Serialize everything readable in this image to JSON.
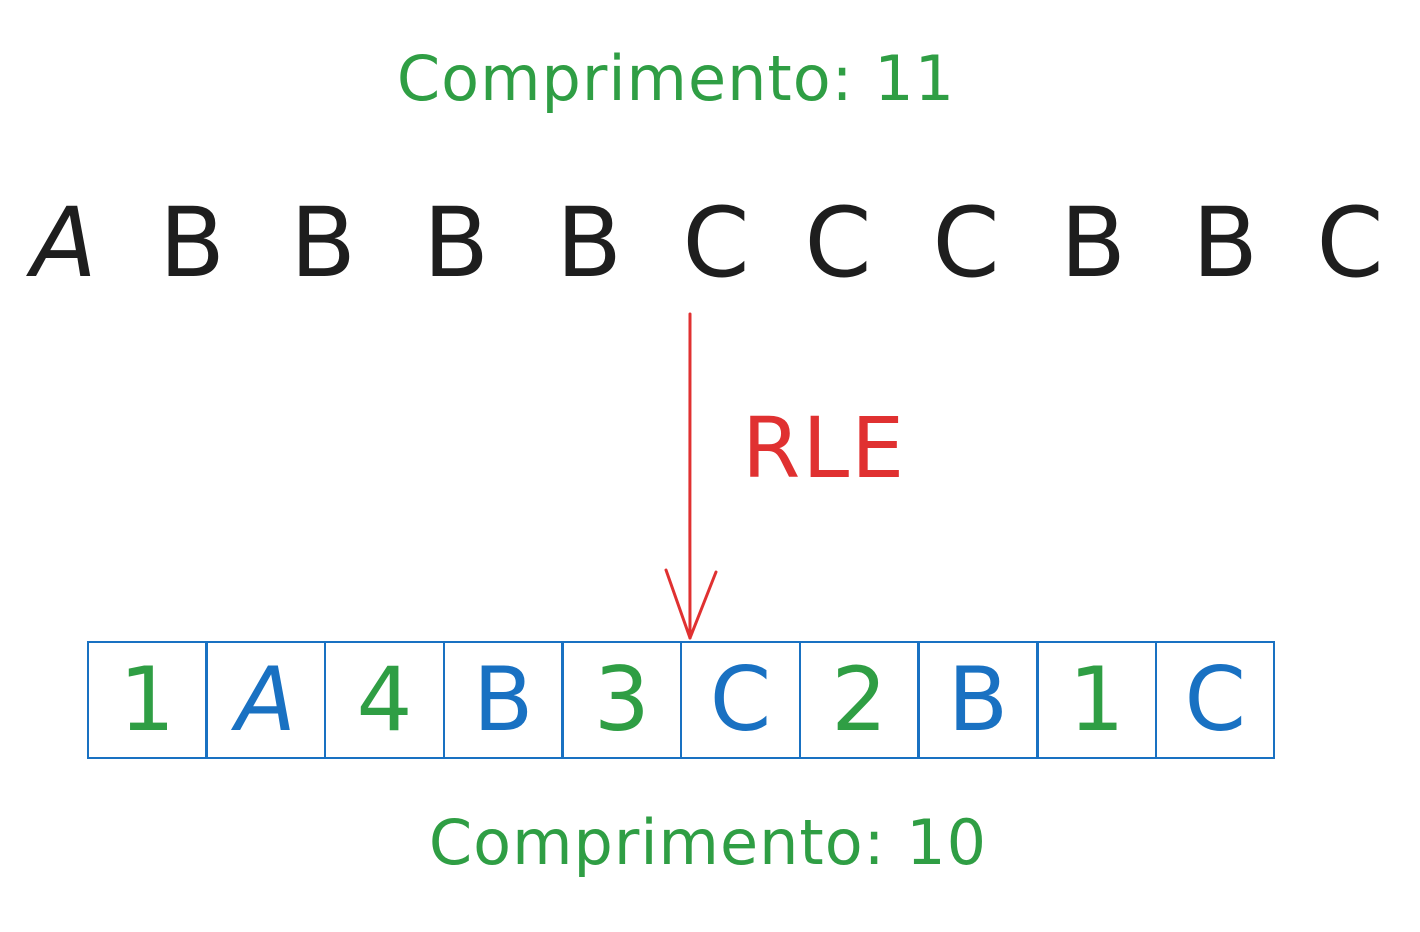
{
  "input": {
    "length_label": "Comprimento: 11",
    "characters": [
      "A",
      "B",
      "B",
      "B",
      "B",
      "C",
      "C",
      "C",
      "B",
      "B",
      "C"
    ]
  },
  "transform": {
    "label": "RLE"
  },
  "output": {
    "length_label": "Comprimento: 10",
    "cells": [
      {
        "text": "1",
        "kind": "count"
      },
      {
        "text": "A",
        "kind": "symbol"
      },
      {
        "text": "4",
        "kind": "count"
      },
      {
        "text": "B",
        "kind": "symbol"
      },
      {
        "text": "3",
        "kind": "count"
      },
      {
        "text": "C",
        "kind": "symbol"
      },
      {
        "text": "2",
        "kind": "count"
      },
      {
        "text": "B",
        "kind": "symbol"
      },
      {
        "text": "1",
        "kind": "count"
      },
      {
        "text": "C",
        "kind": "symbol"
      }
    ]
  },
  "colors": {
    "count": "#2f9e44",
    "symbol": "#1971c2",
    "input_text": "#1e1e1e",
    "arrow": "#e03131",
    "cell_border": "#1971c2"
  }
}
